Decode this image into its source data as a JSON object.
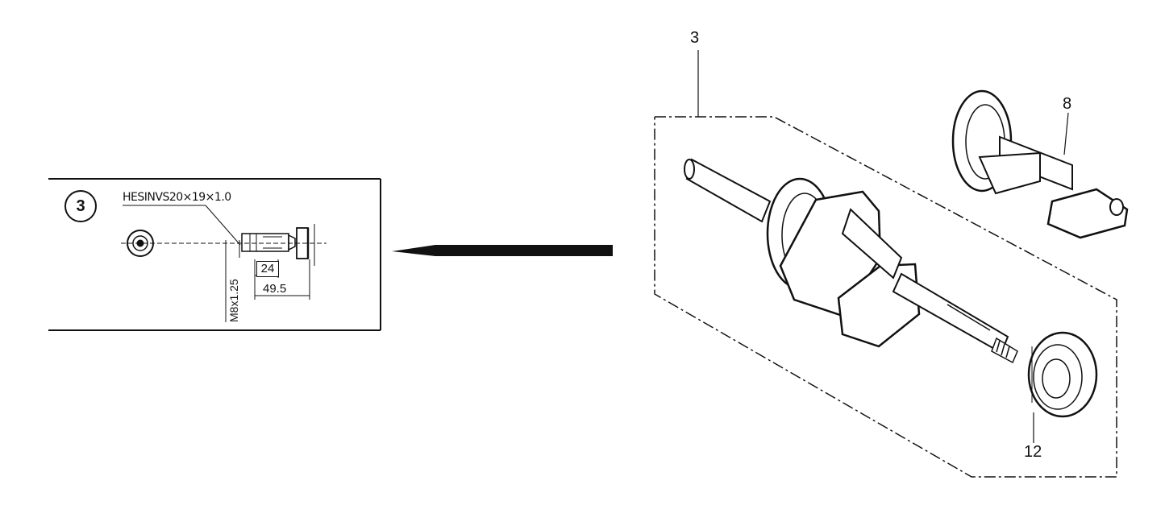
{
  "detail_panel": {
    "ref_number": "3",
    "spec_label": "HESINVS20×19×1.0",
    "dim_thread": "M8x1.25",
    "dim_short": "24",
    "dim_long": "49.5"
  },
  "callouts": {
    "crankshaft": "3",
    "balancer": "8",
    "bearing": "12"
  },
  "icons": [
    "arrow-left-icon"
  ]
}
